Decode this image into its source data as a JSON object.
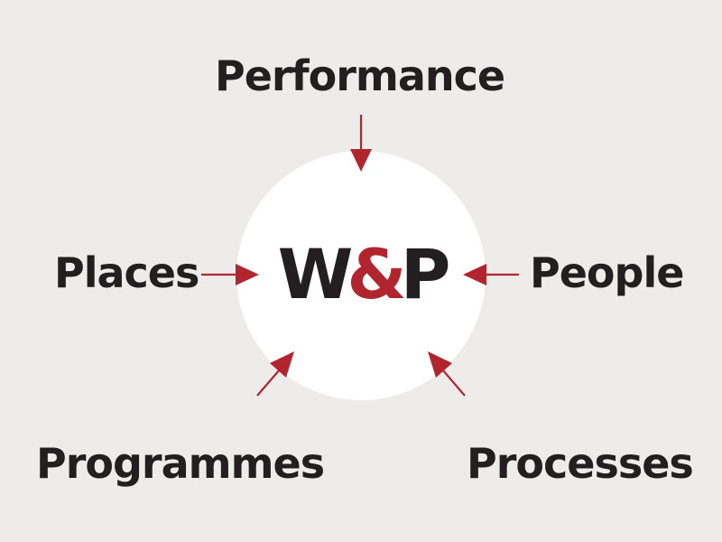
{
  "logo": {
    "part1": "W",
    "ampersand": "&",
    "part2": "P"
  },
  "labels": {
    "performance": "Performance",
    "places": "Places",
    "people": "People",
    "programmes": "Programmes",
    "processes": "Processes"
  },
  "colors": {
    "background": "#eeeceb",
    "circle": "#ffffff",
    "text": "#231f20",
    "accent": "#b1252e"
  }
}
